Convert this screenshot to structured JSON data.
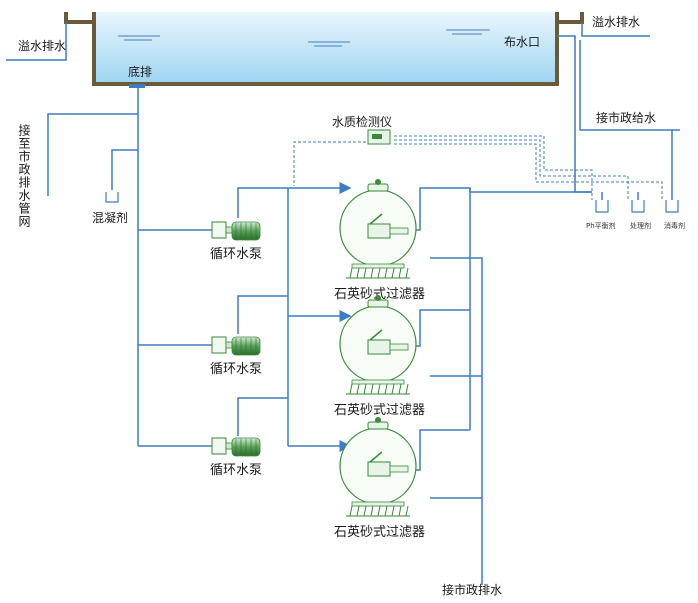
{
  "labels": {
    "overflow_left": "溢水排水",
    "overflow_right": "溢水排水",
    "bottom_drain": "底排",
    "distributor": "布水口",
    "to_municipal_drain_vertical": "接至市政排水管网",
    "coagulant": "混凝剂",
    "water_quality_meter": "水质检测仪",
    "municipal_supply": "接市政给水",
    "ph_balancer": "Ph平衡剂",
    "treatment_agent": "处理剂",
    "disinfectant": "消毒剂",
    "municipal_drain_bottom": "接市政排水"
  },
  "pumps": [
    {
      "label": "循环水泵"
    },
    {
      "label": "循环水泵"
    },
    {
      "label": "循环水泵"
    }
  ],
  "filters": [
    {
      "label": "石英砂式过滤器"
    },
    {
      "label": "石英砂式过滤器"
    },
    {
      "label": "石英砂式过滤器"
    }
  ],
  "colors": {
    "pipe": "#3b7cc4",
    "tank_wall": "#6b5a3a",
    "water_top": "#eaf6fd",
    "water_bottom": "#a9daf3",
    "equipment": "#3a8a3a",
    "dashed": "#3b7cc4"
  }
}
